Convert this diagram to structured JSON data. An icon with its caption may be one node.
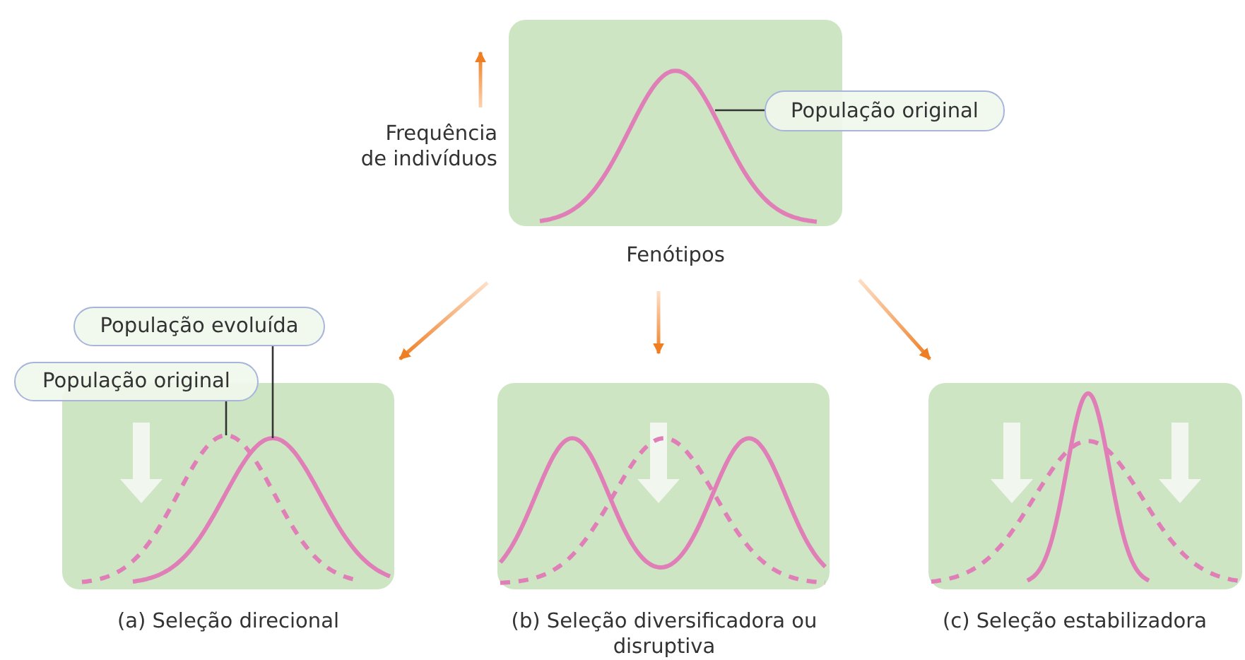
{
  "diagram": {
    "nodes": [
      {
        "text": [],
        "shape": "box",
        "beside": [
          "Frequência de indivíduos",
          "Fenótipos"
        ]
      },
      {
        "text": [
          "População original"
        ]
      },
      {
        "text": [],
        "shape": "box",
        "beside": [
          "(a) Seleção direcional"
        ]
      },
      {
        "text": [
          "População evoluída"
        ]
      },
      {
        "text": [
          "População original"
        ]
      },
      {
        "text": [],
        "shape": "box",
        "beside": [
          "(b) Seleção diversificadora ou disruptiva"
        ]
      },
      {
        "text": [],
        "shape": "box",
        "beside": [
          "(c) Seleção estabilizadora"
        ]
      }
    ],
    "edges": [
      {
        "from": 0,
        "to": 2,
        "arrow": "to"
      },
      {
        "from": 0,
        "to": 5,
        "arrow": "to"
      },
      {
        "from": 0,
        "to": 6,
        "arrow": "to"
      },
      {
        "from": 1,
        "to": 0,
        "arrow": "none"
      },
      {
        "from": 3,
        "to": 2,
        "arrow": "none"
      },
      {
        "from": 4,
        "to": 2,
        "arrow": "none"
      }
    ]
  }
}
